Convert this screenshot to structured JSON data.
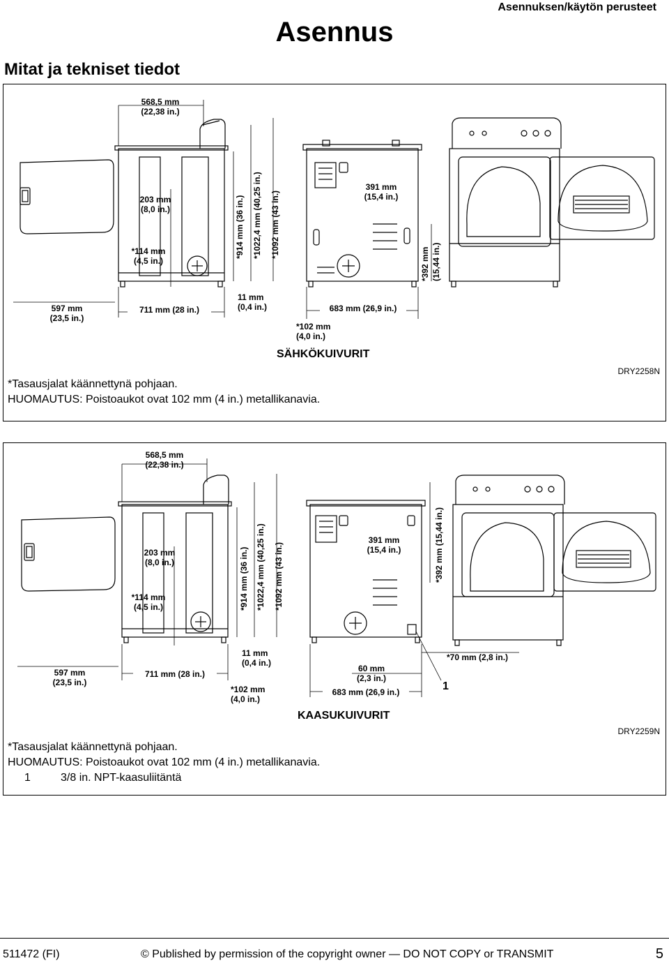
{
  "header": {
    "section": "Asennuksen/käytön perusteet",
    "title": "Asennus",
    "subtitle": "Mitat ja tekniset tiedot"
  },
  "electric": {
    "dims": {
      "width_top": "568,5 mm",
      "width_top_in": "(22,38 in.)",
      "d203": "203 mm",
      "d203_in": "(8,0 in.)",
      "d114": "*114 mm",
      "d114_in": "(4,5 in.)",
      "h914": "*914 mm (36 in.)",
      "h1022": "*1022,4 mm (40,25 in.)",
      "h1092": "*1092 mm (43 in.)",
      "d391": "391 mm",
      "d391_in": "(15,4 in.)",
      "d392": "*392 mm",
      "d392_in": "(15,44 in.)",
      "d597": "597 mm",
      "d597_in": "(23,5 in.)",
      "d711": "711 mm (28 in.)",
      "d11": "11 mm",
      "d11_in": "(0,4 in.)",
      "d683": "683 mm (26,9 in.)",
      "d102": "*102 mm",
      "d102_in": "(4,0 in.)"
    },
    "section_title": "SÄHKÖKUIVURIT",
    "model": "DRY2258N",
    "note1": "*Tasausjalat käännettynä pohjaan.",
    "note2": "HUOMAUTUS: Poistoaukot ovat 102 mm (4 in.) metallikanavia."
  },
  "gas": {
    "dims": {
      "width_top": "568,5 mm",
      "width_top_in": "(22,38 in.)",
      "d203": "203 mm",
      "d203_in": "(8,0 in.)",
      "d114": "*114 mm",
      "d114_in": "(4,5 in.)",
      "h914": "*914 mm (36 in.)",
      "h1022": "*1022,4 mm (40,25 in.)",
      "h1092": "*1092 mm (43 in.)",
      "d391": "391 mm",
      "d391_in": "(15,4 in.)",
      "d392": "*392 mm (15,44 in.)",
      "d597": "597 mm",
      "d597_in": "(23,5 in.)",
      "d711": "711 mm (28 in.)",
      "d11": "11 mm",
      "d11_in": "(0,4 in.)",
      "d102": "*102 mm",
      "d102_in": "(4,0 in.)",
      "d60": "60 mm",
      "d60_in": "(2,3 in.)",
      "d683": "683 mm (26,9 in.)",
      "d70": "*70 mm (2,8 in.)",
      "callout": "1"
    },
    "section_title": "KAASUKUIVURIT",
    "model": "DRY2259N",
    "note1": "*Tasausjalat käännettynä pohjaan.",
    "note2": "HUOMAUTUS: Poistoaukot ovat 102 mm (4 in.) metallikanavia.",
    "legend_num": "1",
    "legend_text": "3/8 in. NPT-kaasuliitäntä"
  },
  "footer": {
    "doc": "511472 (FI)",
    "copyright": "© Published by permission of the copyright owner — DO NOT COPY or TRANSMIT",
    "page": "5"
  }
}
